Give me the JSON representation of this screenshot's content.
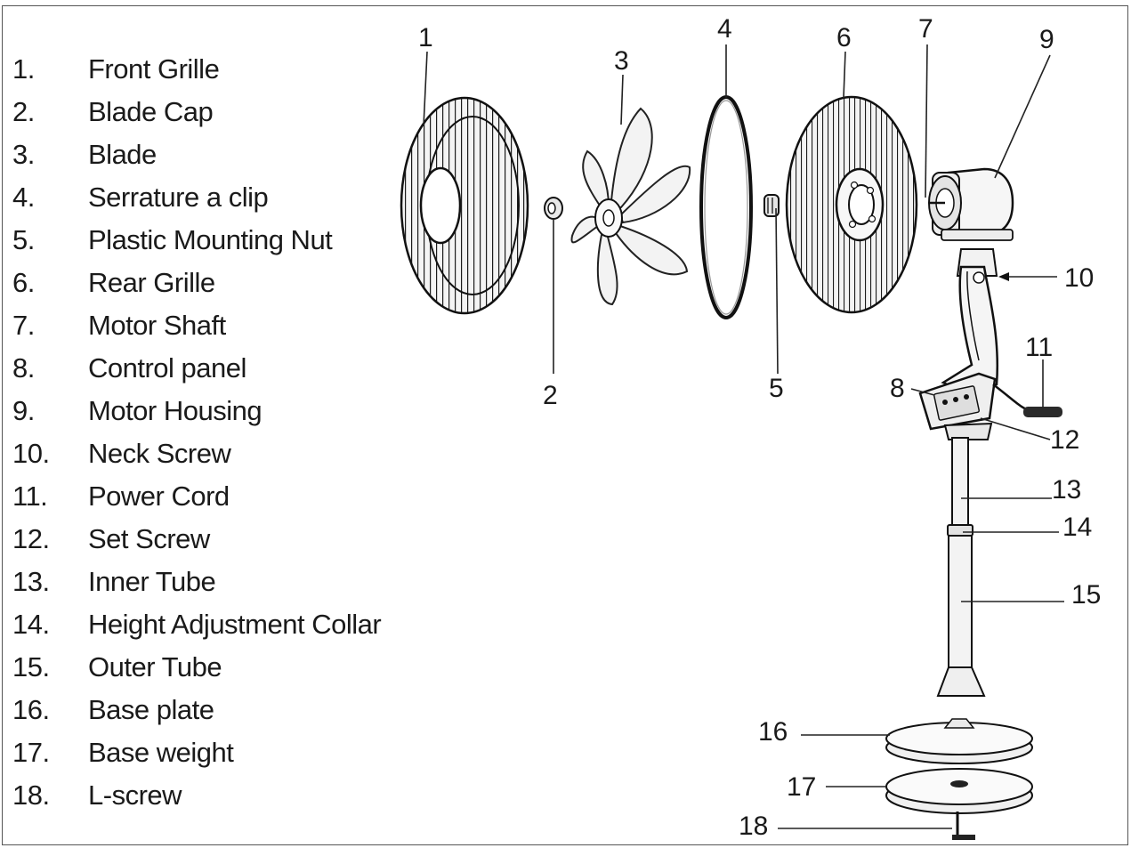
{
  "legend": {
    "items": [
      {
        "number": "1.",
        "label": "Front Grille"
      },
      {
        "number": "2.",
        "label": "Blade Cap"
      },
      {
        "number": "3.",
        "label": "Blade"
      },
      {
        "number": "4.",
        "label": "Serrature a clip"
      },
      {
        "number": "5.",
        "label": "Plastic Mounting Nut"
      },
      {
        "number": "6.",
        "label": "Rear Grille"
      },
      {
        "number": "7.",
        "label": "Motor Shaft"
      },
      {
        "number": "8.",
        "label": "Control panel"
      },
      {
        "number": "9.",
        "label": "Motor Housing"
      },
      {
        "number": "10.",
        "label": "Neck Screw"
      },
      {
        "number": "11.",
        "label": "Power Cord"
      },
      {
        "number": "12.",
        "label": "Set Screw"
      },
      {
        "number": "13.",
        "label": "Inner Tube"
      },
      {
        "number": "14.",
        "label": "Height Adjustment Collar"
      },
      {
        "number": "15.",
        "label": "Outer Tube"
      },
      {
        "number": "16.",
        "label": "Base plate"
      },
      {
        "number": "17.",
        "label": "Base weight"
      },
      {
        "number": "18.",
        "label": "L-screw"
      }
    ]
  },
  "callouts": [
    "1",
    "2",
    "3",
    "4",
    "5",
    "6",
    "7",
    "8",
    "9",
    "10",
    "11",
    "12",
    "13",
    "14",
    "15",
    "16",
    "17",
    "18"
  ],
  "colors": {
    "ink": "#1a1a1a",
    "part_fill": "#f2f2f2",
    "background": "#ffffff"
  }
}
